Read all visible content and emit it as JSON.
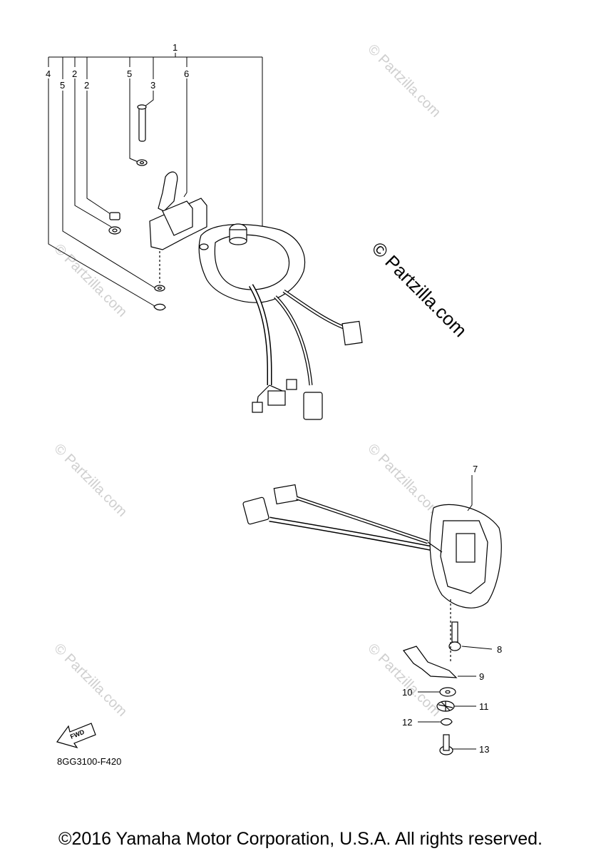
{
  "diagram": {
    "callouts_top": {
      "c1": "1",
      "c2a": "2",
      "c2b": "2",
      "c3": "3",
      "c4": "4",
      "c5a": "5",
      "c5b": "5",
      "c6": "6"
    },
    "callouts_bottom": {
      "c7": "7",
      "c8": "8",
      "c9": "9",
      "c10": "10",
      "c11": "11",
      "c12": "12",
      "c13": "13"
    },
    "drawing_code": "8GG3100-F420",
    "fwd_label": "FWD",
    "watermark_small": "© Partzilla.com",
    "watermark_large": "© Partzilla.com"
  },
  "footer": {
    "copyright": "©2016 Yamaha Motor Corporation, U.S.A. All rights reserved."
  }
}
